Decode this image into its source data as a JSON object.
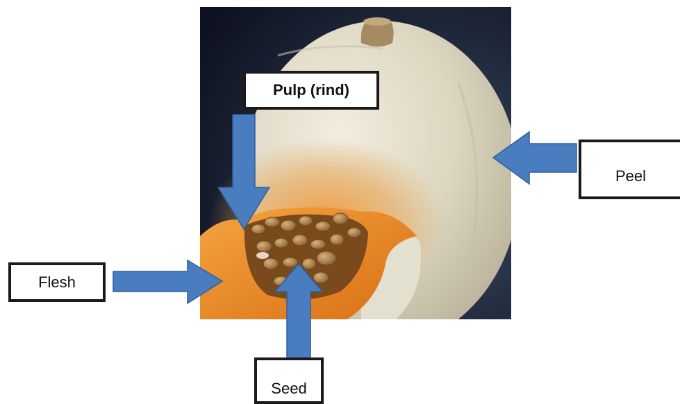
{
  "labels": {
    "pulp": "Pulp (rind)",
    "peel": "Peel",
    "flesh": "Flesh",
    "seed": "Seed"
  },
  "colors": {
    "arrow_fill": "#4a7cc0",
    "arrow_stroke": "#2f5f9e",
    "box_border": "#1a1a1a",
    "background_dark": "#161c2c",
    "pumpkin_peel": "#e9e4d2",
    "pumpkin_flesh": "#e8902a",
    "seed_color": "#b38a55"
  },
  "icons": [
    "arrow-down-icon",
    "arrow-left-icon",
    "arrow-right-icon",
    "arrow-up-icon"
  ]
}
